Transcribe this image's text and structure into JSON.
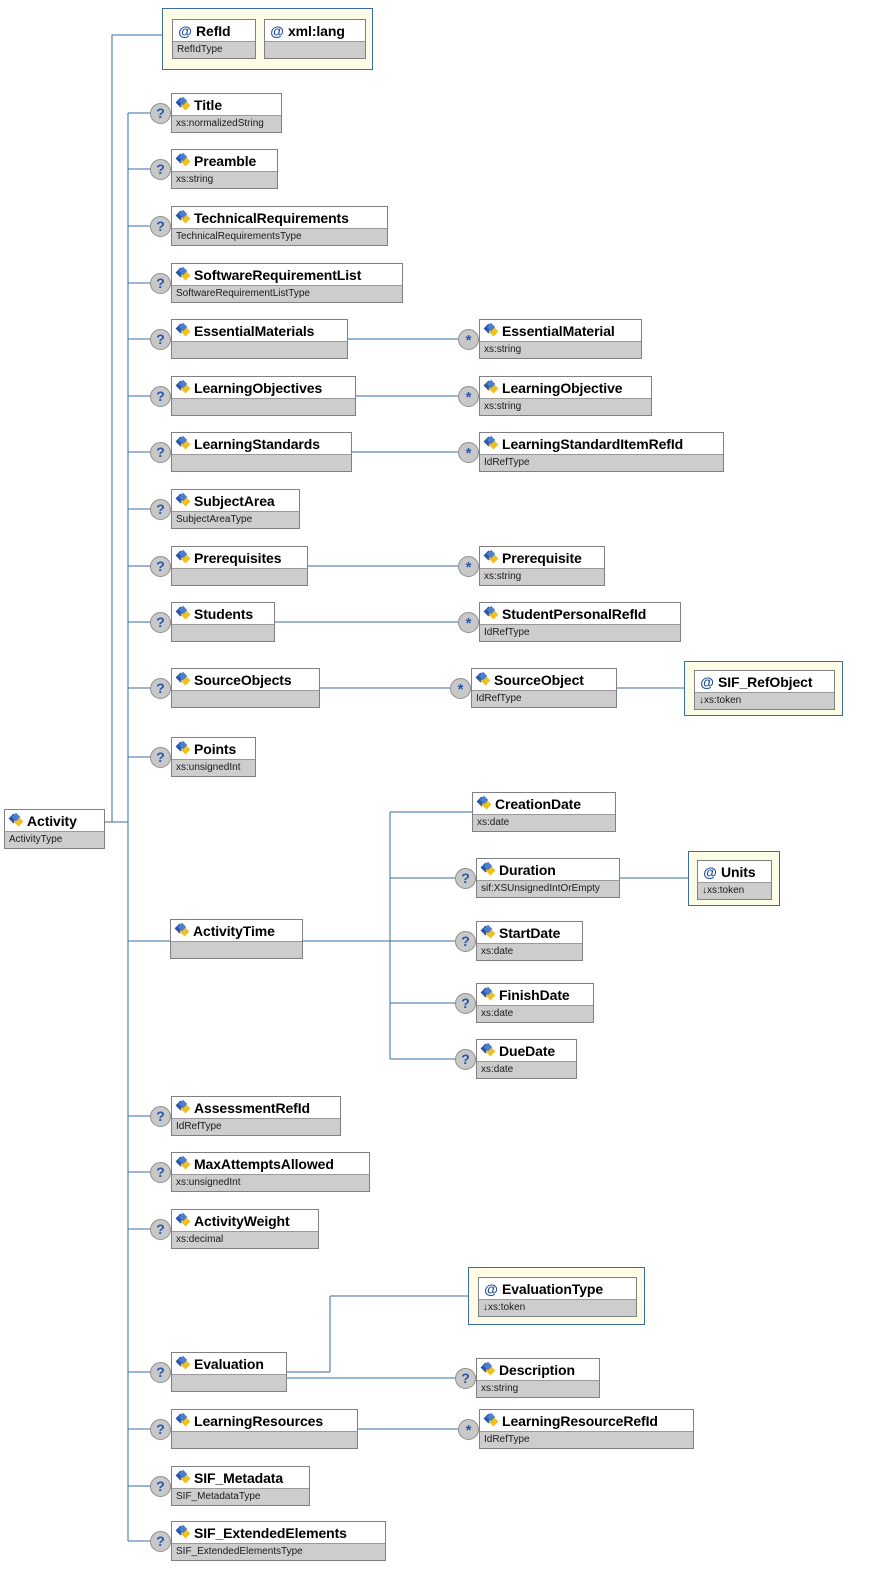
{
  "diagram": {
    "title": "Activity XML Schema element tree",
    "type": "xsd-tree",
    "colors": {
      "element_border": "#808080",
      "type_band": "#cdcdcd",
      "attribute_box_border": "#3a6ea5",
      "attribute_box_fill": "#fdfce6",
      "wire": "#3a6ea5",
      "marker_fill": "#c8c8c8",
      "marker_glyph": "#2a55a8"
    },
    "markers": {
      "optional": "?",
      "repeat": "*",
      "derived": "↓"
    }
  },
  "root": {
    "name": "Activity",
    "type": "ActivityType",
    "kind": "element"
  },
  "attributes_root": [
    {
      "name": "RefId",
      "type": "RefIdType",
      "kind": "attribute"
    },
    {
      "name": "xml:lang",
      "type": "",
      "kind": "attribute"
    }
  ],
  "children": [
    {
      "name": "Title",
      "type": "xs:normalizedString",
      "occ": "?"
    },
    {
      "name": "Preamble",
      "type": "xs:string",
      "occ": "?"
    },
    {
      "name": "TechnicalRequirements",
      "type": "TechnicalRequirementsType",
      "occ": "?"
    },
    {
      "name": "SoftwareRequirementList",
      "type": "SoftwareRequirementListType",
      "occ": "?"
    },
    {
      "name": "EssentialMaterials",
      "type": "",
      "occ": "?"
    },
    {
      "name": "LearningObjectives",
      "type": "",
      "occ": "?"
    },
    {
      "name": "LearningStandards",
      "type": "",
      "occ": "?"
    },
    {
      "name": "SubjectArea",
      "type": "SubjectAreaType",
      "occ": "?"
    },
    {
      "name": "Prerequisites",
      "type": "",
      "occ": "?"
    },
    {
      "name": "Students",
      "type": "",
      "occ": "?"
    },
    {
      "name": "SourceObjects",
      "type": "",
      "occ": "?"
    },
    {
      "name": "Points",
      "type": "xs:unsignedInt",
      "occ": "?"
    },
    {
      "name": "ActivityTime",
      "type": "",
      "occ": ""
    },
    {
      "name": "AssessmentRefId",
      "type": "IdRefType",
      "occ": "?"
    },
    {
      "name": "MaxAttemptsAllowed",
      "type": "xs:unsignedInt",
      "occ": "?"
    },
    {
      "name": "ActivityWeight",
      "type": "xs:decimal",
      "occ": "?"
    },
    {
      "name": "Evaluation",
      "type": "",
      "occ": "?"
    },
    {
      "name": "LearningResources",
      "type": "",
      "occ": "?"
    },
    {
      "name": "SIF_Metadata",
      "type": "SIF_MetadataType",
      "occ": "?"
    },
    {
      "name": "SIF_ExtendedElements",
      "type": "SIF_ExtendedElementsType",
      "occ": "?"
    }
  ],
  "grandchildren": [
    {
      "name": "EssentialMaterial",
      "type": "xs:string",
      "occ": "*"
    },
    {
      "name": "LearningObjective",
      "type": "xs:string",
      "occ": "*"
    },
    {
      "name": "LearningStandardItemRefId",
      "type": "IdRefType",
      "occ": "*"
    },
    {
      "name": "Prerequisite",
      "type": "xs:string",
      "occ": "*"
    },
    {
      "name": "StudentPersonalRefId",
      "type": "IdRefType",
      "occ": "*"
    },
    {
      "name": "SourceObject",
      "type": "IdRefType",
      "occ": "*"
    },
    {
      "name": "LearningResourceRefId",
      "type": "IdRefType",
      "occ": "*"
    }
  ],
  "activity_time_children": [
    {
      "name": "CreationDate",
      "type": "xs:date",
      "occ": ""
    },
    {
      "name": "Duration",
      "type": "sif:XSUnsignedIntOrEmpty",
      "occ": "?"
    },
    {
      "name": "StartDate",
      "type": "xs:date",
      "occ": "?"
    },
    {
      "name": "FinishDate",
      "type": "xs:date",
      "occ": "?"
    },
    {
      "name": "DueDate",
      "type": "xs:date",
      "occ": "?"
    }
  ],
  "evaluation_children": [
    {
      "name": "Description",
      "type": "xs:string",
      "occ": "?"
    }
  ],
  "leaf_attributes": [
    {
      "name": "SIF_RefObject",
      "type": "↓xs:token",
      "kind": "attribute"
    },
    {
      "name": "Units",
      "type": "↓xs:token",
      "kind": "attribute"
    },
    {
      "name": "EvaluationType",
      "type": "↓xs:token",
      "kind": "attribute"
    }
  ]
}
